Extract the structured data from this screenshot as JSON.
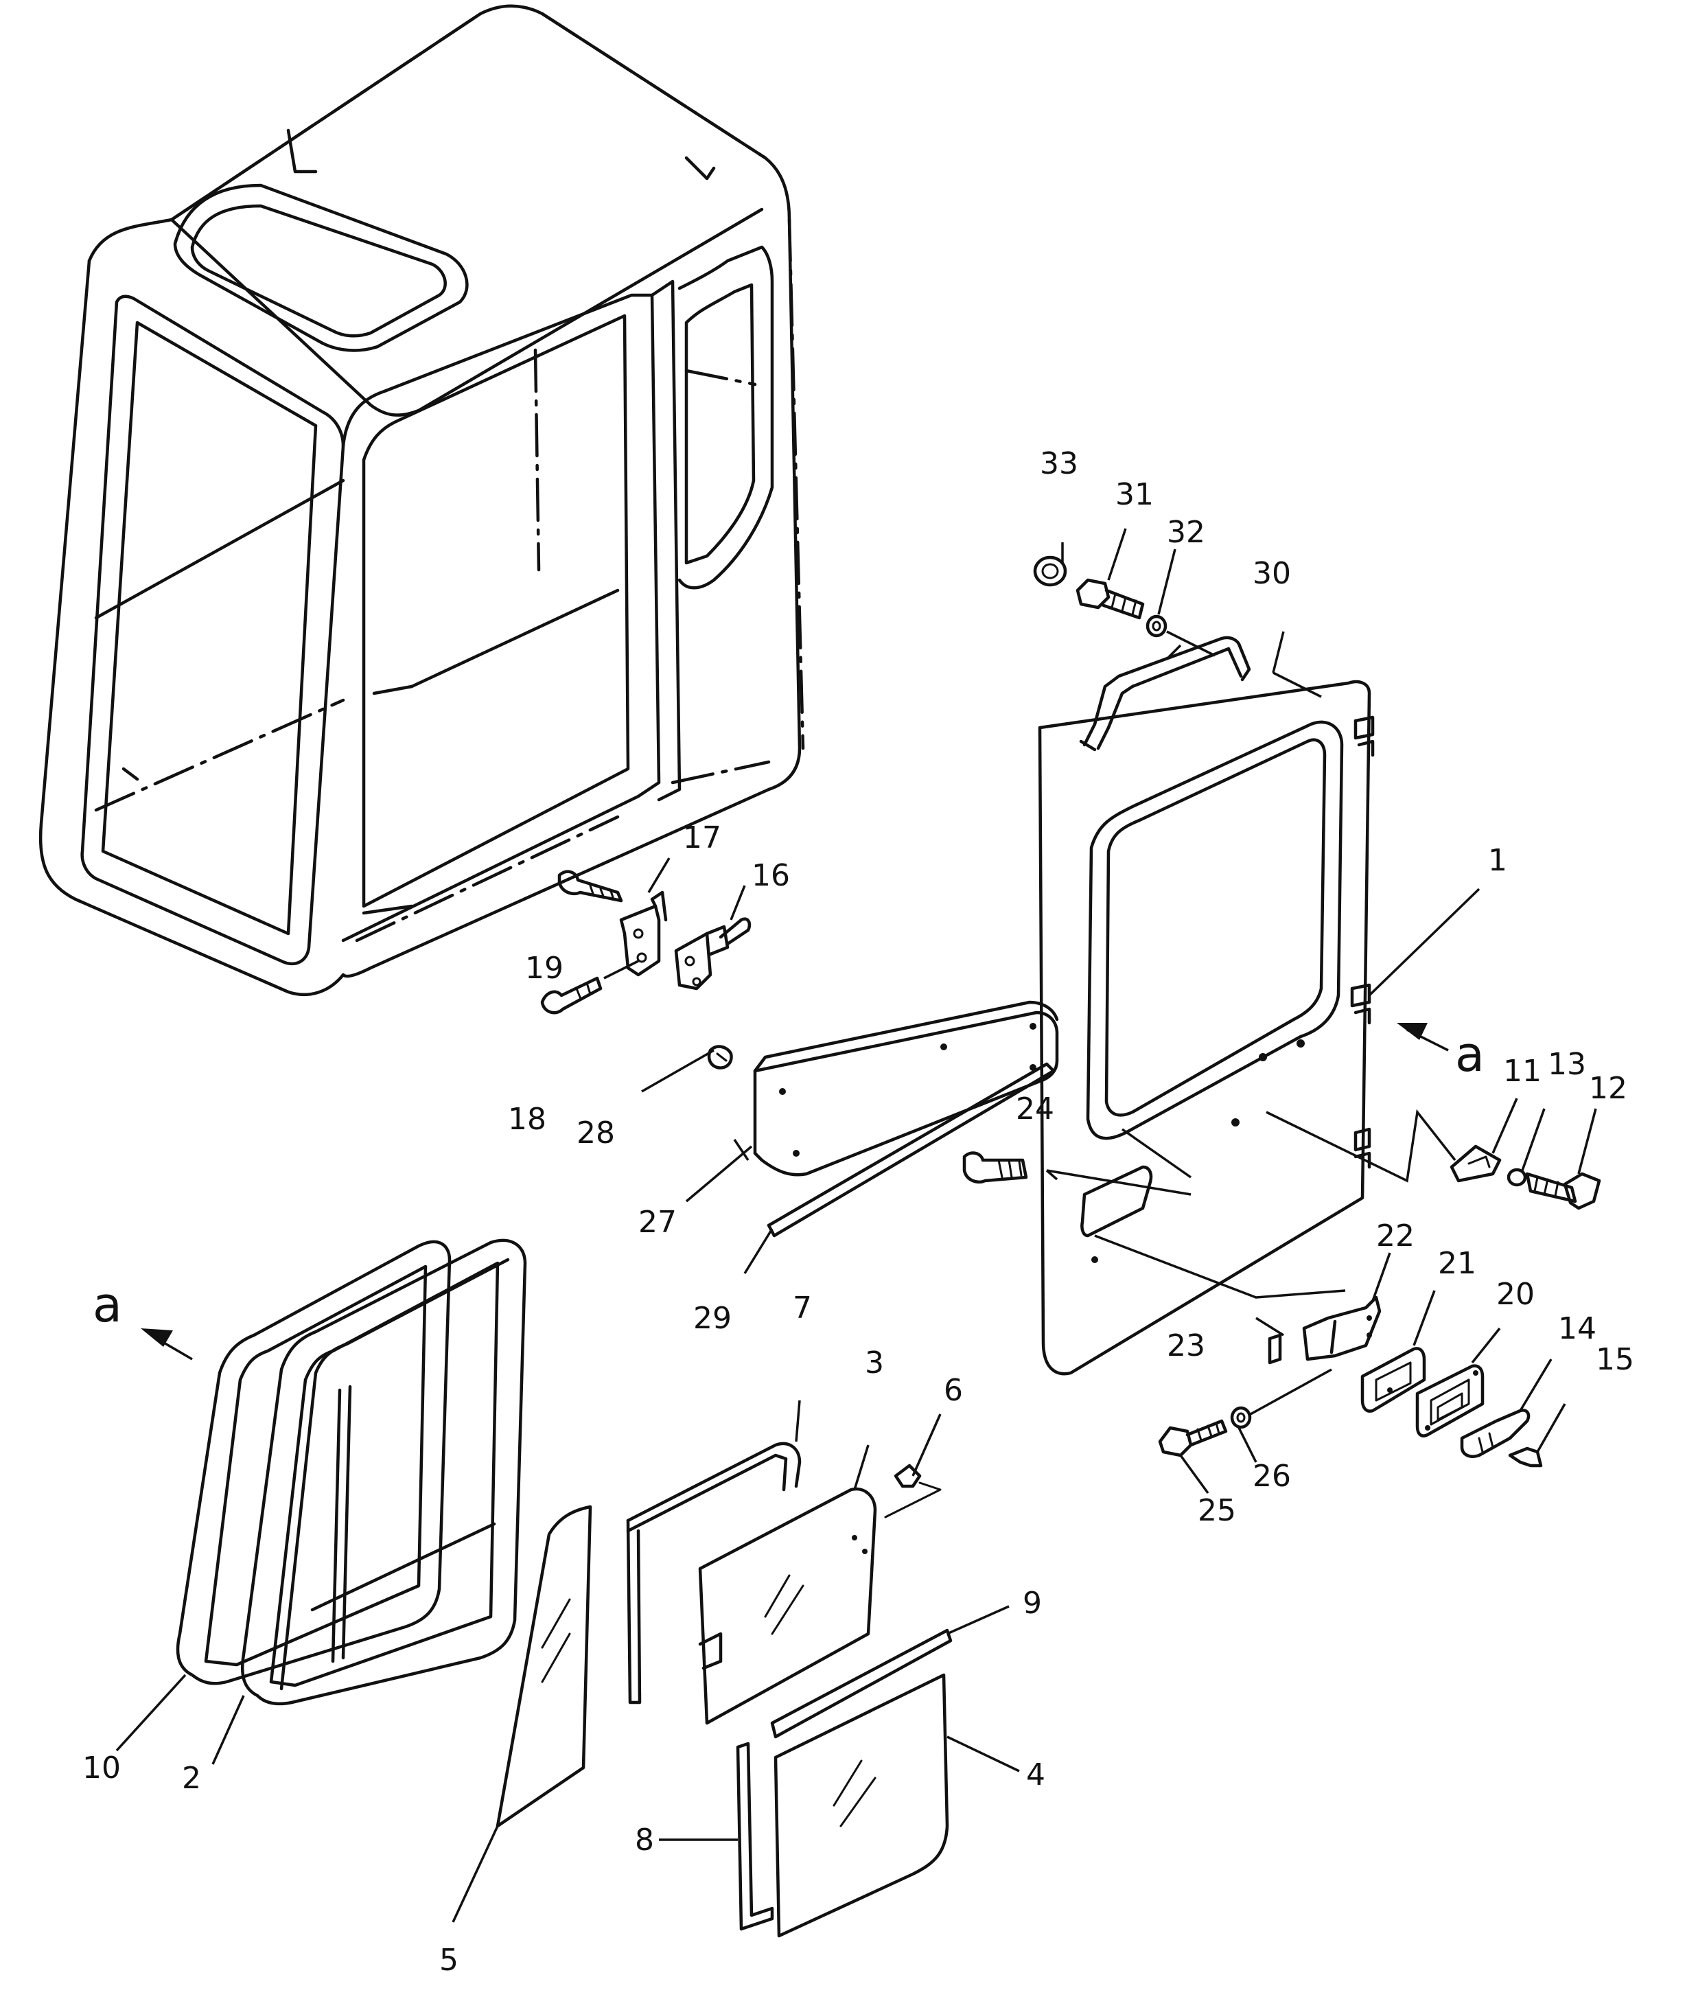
{
  "callouts": [
    {
      "id": "1",
      "label": "1"
    },
    {
      "id": "2",
      "label": "2"
    },
    {
      "id": "3",
      "label": "3"
    },
    {
      "id": "4",
      "label": "4"
    },
    {
      "id": "5",
      "label": "5"
    },
    {
      "id": "6",
      "label": "6"
    },
    {
      "id": "7",
      "label": "7"
    },
    {
      "id": "8",
      "label": "8"
    },
    {
      "id": "9",
      "label": "9"
    },
    {
      "id": "10",
      "label": "10"
    },
    {
      "id": "11",
      "label": "11"
    },
    {
      "id": "12",
      "label": "12"
    },
    {
      "id": "13",
      "label": "13"
    },
    {
      "id": "14",
      "label": "14"
    },
    {
      "id": "15",
      "label": "15"
    },
    {
      "id": "16",
      "label": "16"
    },
    {
      "id": "17",
      "label": "17"
    },
    {
      "id": "18",
      "label": "18"
    },
    {
      "id": "19",
      "label": "19"
    },
    {
      "id": "20",
      "label": "20"
    },
    {
      "id": "21",
      "label": "21"
    },
    {
      "id": "22",
      "label": "22"
    },
    {
      "id": "23",
      "label": "23"
    },
    {
      "id": "24",
      "label": "24"
    },
    {
      "id": "25",
      "label": "25"
    },
    {
      "id": "26",
      "label": "26"
    },
    {
      "id": "27",
      "label": "27"
    },
    {
      "id": "28",
      "label": "28"
    },
    {
      "id": "29",
      "label": "29"
    },
    {
      "id": "30",
      "label": "30"
    },
    {
      "id": "31",
      "label": "31"
    },
    {
      "id": "32",
      "label": "32"
    },
    {
      "id": "33",
      "label": "33"
    }
  ],
  "view_markers": {
    "right": "a",
    "left": "a"
  }
}
